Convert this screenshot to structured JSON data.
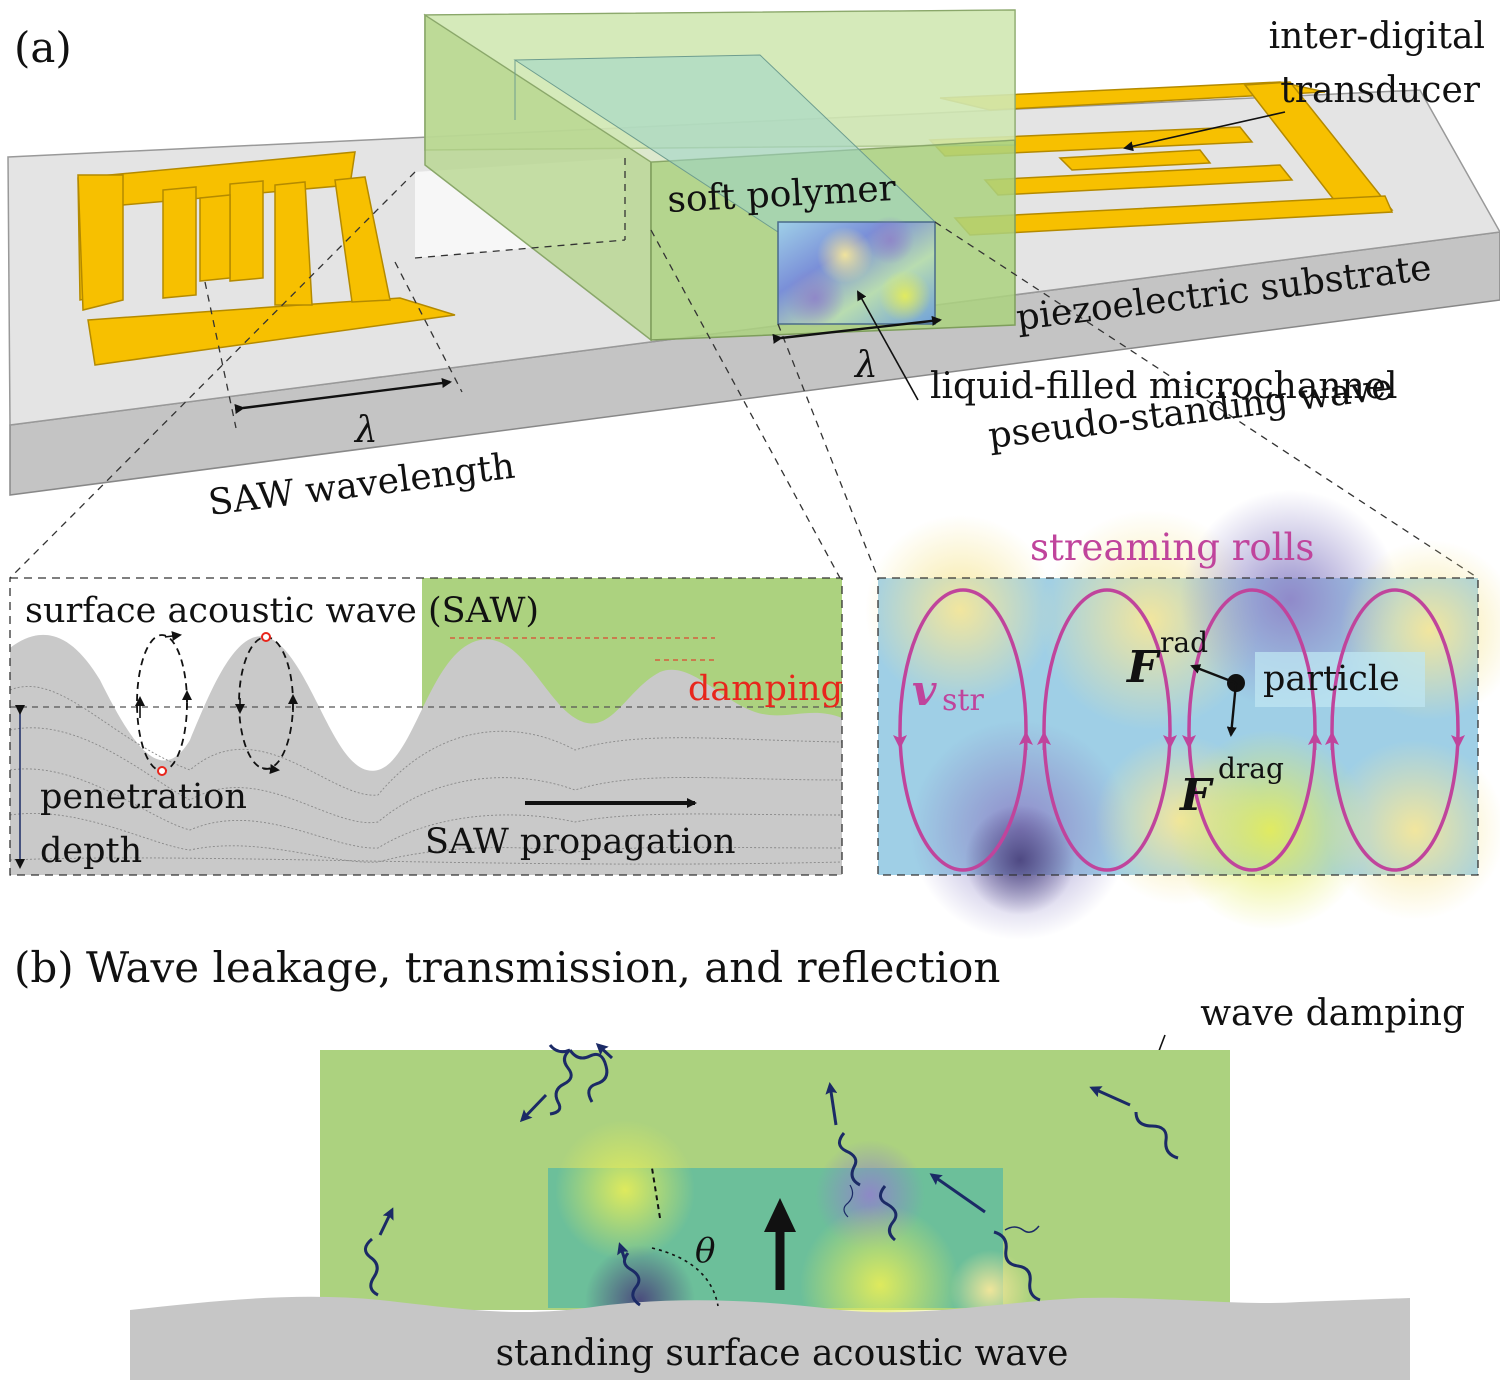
{
  "panel_a": {
    "label": "(a)",
    "idt_label_line1": "inter-digital",
    "idt_label_line2": "transducer",
    "soft_polymer": "soft polymer",
    "substrate": "piezoelectric substrate",
    "lambda": "λ",
    "channel_line1": "liquid-filled microchannel",
    "channel_line2": "pseudo-standing wave",
    "saw_wavelength": "SAW wavelength"
  },
  "inset_left": {
    "saw_title": "surface acoustic wave (SAW)",
    "damping": "damping",
    "penetration_line1": "penetration",
    "penetration_line2": "depth",
    "propagation": "SAW propagation"
  },
  "inset_right": {
    "title": "streaming rolls",
    "v_symbol": "v",
    "v_sub": "str",
    "f_symbol": "F",
    "f_rad_sup": "rad",
    "f_drag_sup": "drag",
    "particle": "particle"
  },
  "panel_b": {
    "label": "(b)",
    "title": "Wave leakage, transmission, and reflection",
    "wave_damping": "wave damping",
    "theta": "θ",
    "standing_saw": "standing surface acoustic wave"
  },
  "colors": {
    "gold": "#f7c000",
    "polymer": "#acd27f",
    "substrate": "#cfcfcf",
    "streaming": "#c0449c",
    "damping": "#e8261c",
    "wave": "#1b2a66"
  }
}
